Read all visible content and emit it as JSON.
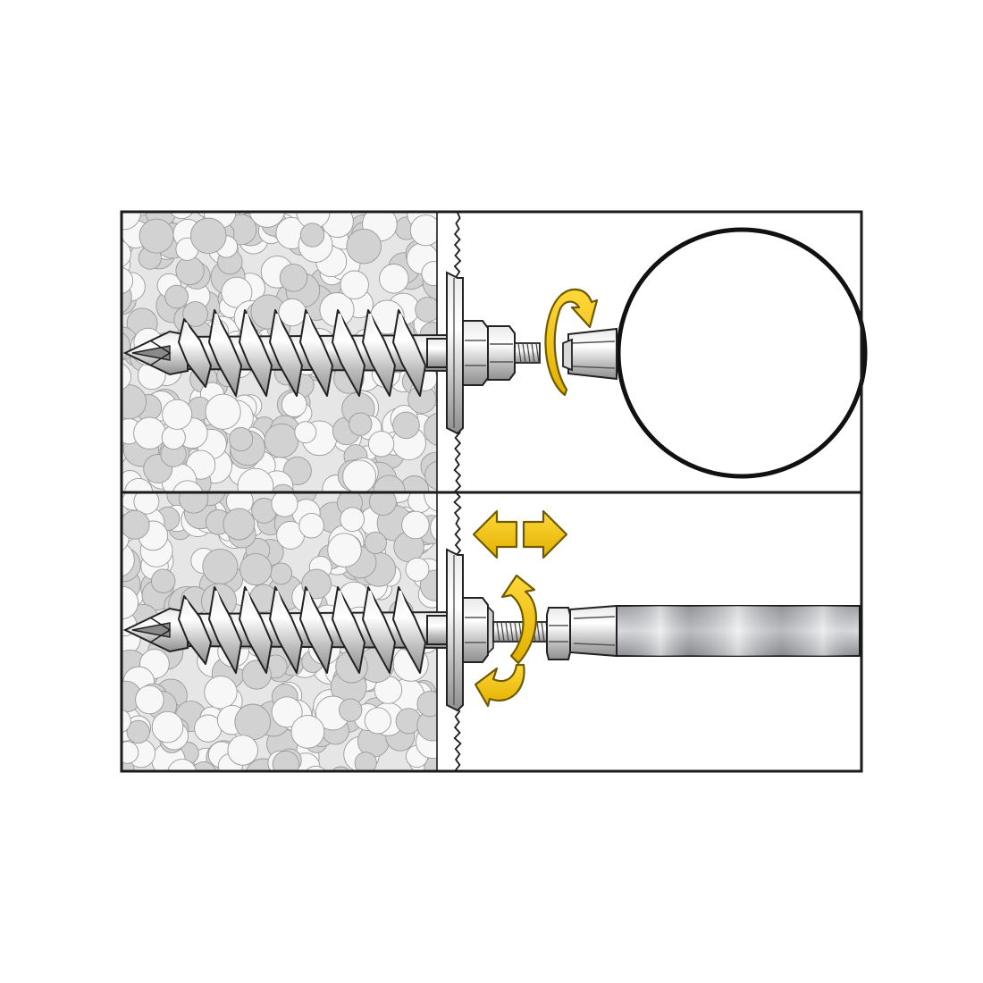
{
  "diagram": {
    "panels": [
      {
        "name": "top-panel",
        "step": "tighten-nut-onto-threaded-rod",
        "fixture": "pipe-clamp-circle"
      },
      {
        "name": "bottom-panel",
        "step": "adjust-rod-position",
        "fixture": "horizontal-bar"
      }
    ],
    "icons": [
      "rotate-arrow-icon",
      "double-horizontal-arrow-icon"
    ]
  },
  "colors": {
    "frame": "#1a1a1a",
    "insulation_fill": "#e6e6e6",
    "bead_light": "#f7f7f7",
    "bead_dark": "#d2d2d2",
    "bead_stroke": "#9a9a9a",
    "metal_light": "#f4f4f4",
    "metal_mid": "#c8c8c8",
    "metal_dark": "#8a8a8a",
    "arrow_yellow": "#f2c300",
    "arrow_yellow_dark": "#c29a00",
    "arrow_stroke": "#7a6400"
  }
}
